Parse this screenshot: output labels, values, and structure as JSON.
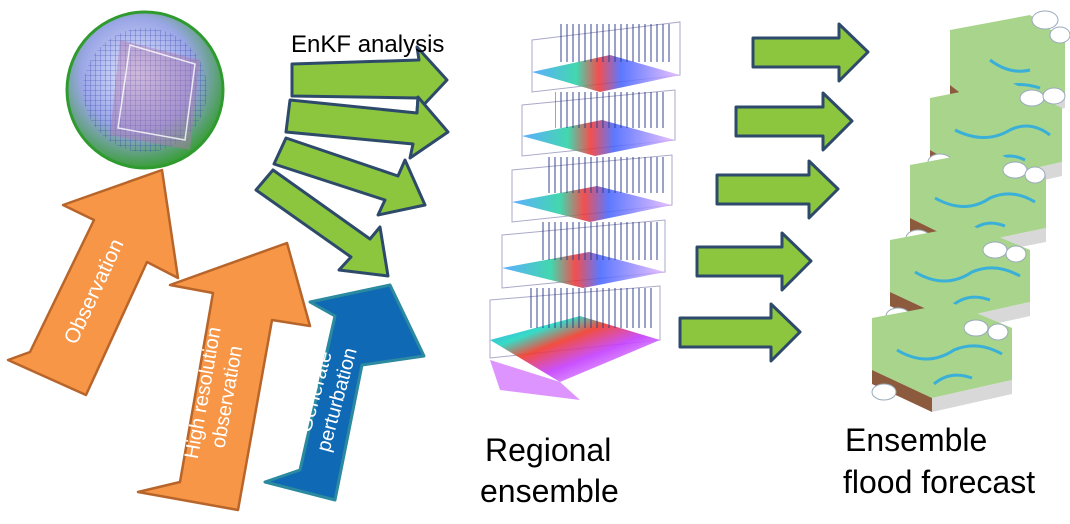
{
  "labels": {
    "enkf": "EnKF analysis",
    "regional_line1": "Regional",
    "regional_line2": "ensemble",
    "flood_line1": "Ensemble",
    "flood_line2": "flood forecast",
    "observation": "Observation",
    "high_res_line1": "High resolution",
    "high_res_line2": "observation",
    "generate_line1": "Generate",
    "generate_line2": "perturbation"
  },
  "colors": {
    "green_arrow": "#8CC63E",
    "arrow_outline": "#2E4A6B",
    "orange_arrow": "#F79646",
    "orange_outline": "#B7652A",
    "blue_arrow": "#1069B4",
    "blue_outline": "#2B8AA0"
  }
}
